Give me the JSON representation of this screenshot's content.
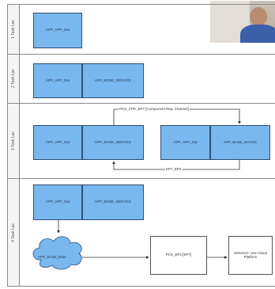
{
  "lanes": [
    {
      "id": "lane1",
      "label": "1 Task Lac"
    },
    {
      "id": "lane2",
      "label": "2 Task Lac"
    },
    {
      "id": "lane3",
      "label": "3 Task Lac"
    },
    {
      "id": "lane4",
      "label": "4 Task Lac"
    }
  ],
  "nodes": {
    "lane1_app": "APP_APP_Dat",
    "lane2_app": "APP_APP_Dat",
    "lane2_svc": "APP_BOSE_SERVICE",
    "lane3_app_left": "APP_APP_Dat",
    "lane3_svc_left": "APP_BOSE_SERVICE",
    "lane3_app_right": "APP_APP_Dat",
    "lane3_svc_right": "APP_BASE_SAVICE",
    "lane4_app": "APP_APP_Dat",
    "lane4_svc": "APP_BOSE_SERVICE",
    "lane4_cloud": "APP_BASE_Data",
    "lane4_process": "PCS_EP2 [EP7]",
    "lane4_external": "Selection: Use Cloud Platform"
  },
  "edges": {
    "top_label": "PCS_CPE_EP7 [Component Req. Channel]",
    "bottom_label": "EP7_EP2"
  },
  "icons": {
    "cloud": "cloud-shape-icon"
  },
  "colors": {
    "node_fill": "#79b8ef",
    "node_border": "#2d4f73",
    "lane_border": "#8a8a8a"
  }
}
